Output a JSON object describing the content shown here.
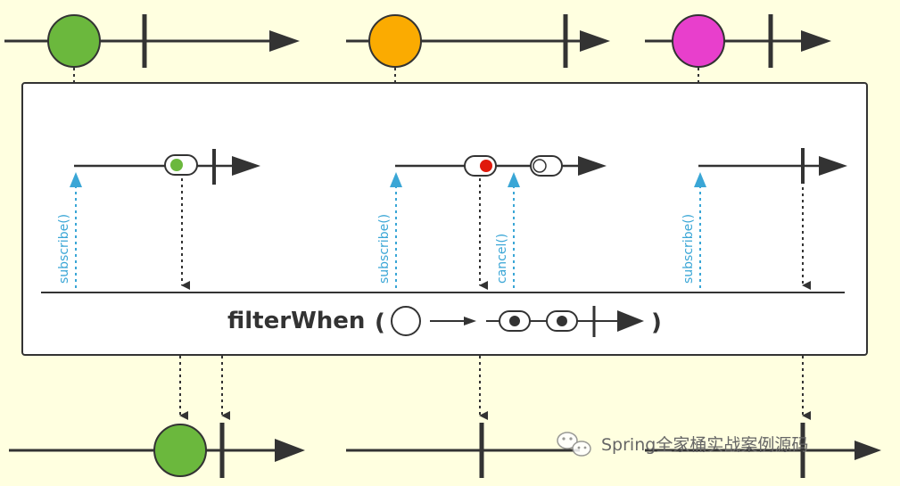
{
  "operator": {
    "name": "filterWhen",
    "open_paren": "(",
    "close_paren": ")"
  },
  "colors": {
    "background": "#ffffe0",
    "line": "#333333",
    "signal": "#3aa6d6",
    "green": "#6bb83d",
    "orange": "#fbab01",
    "magenta": "#e83fcc",
    "red": "#e0190c"
  },
  "labels": {
    "subscribe": "subscribe()",
    "cancel": "cancel()"
  },
  "watermark": {
    "icon": "wechat-icon",
    "text": "Spring全家桶实战案例源码"
  }
}
